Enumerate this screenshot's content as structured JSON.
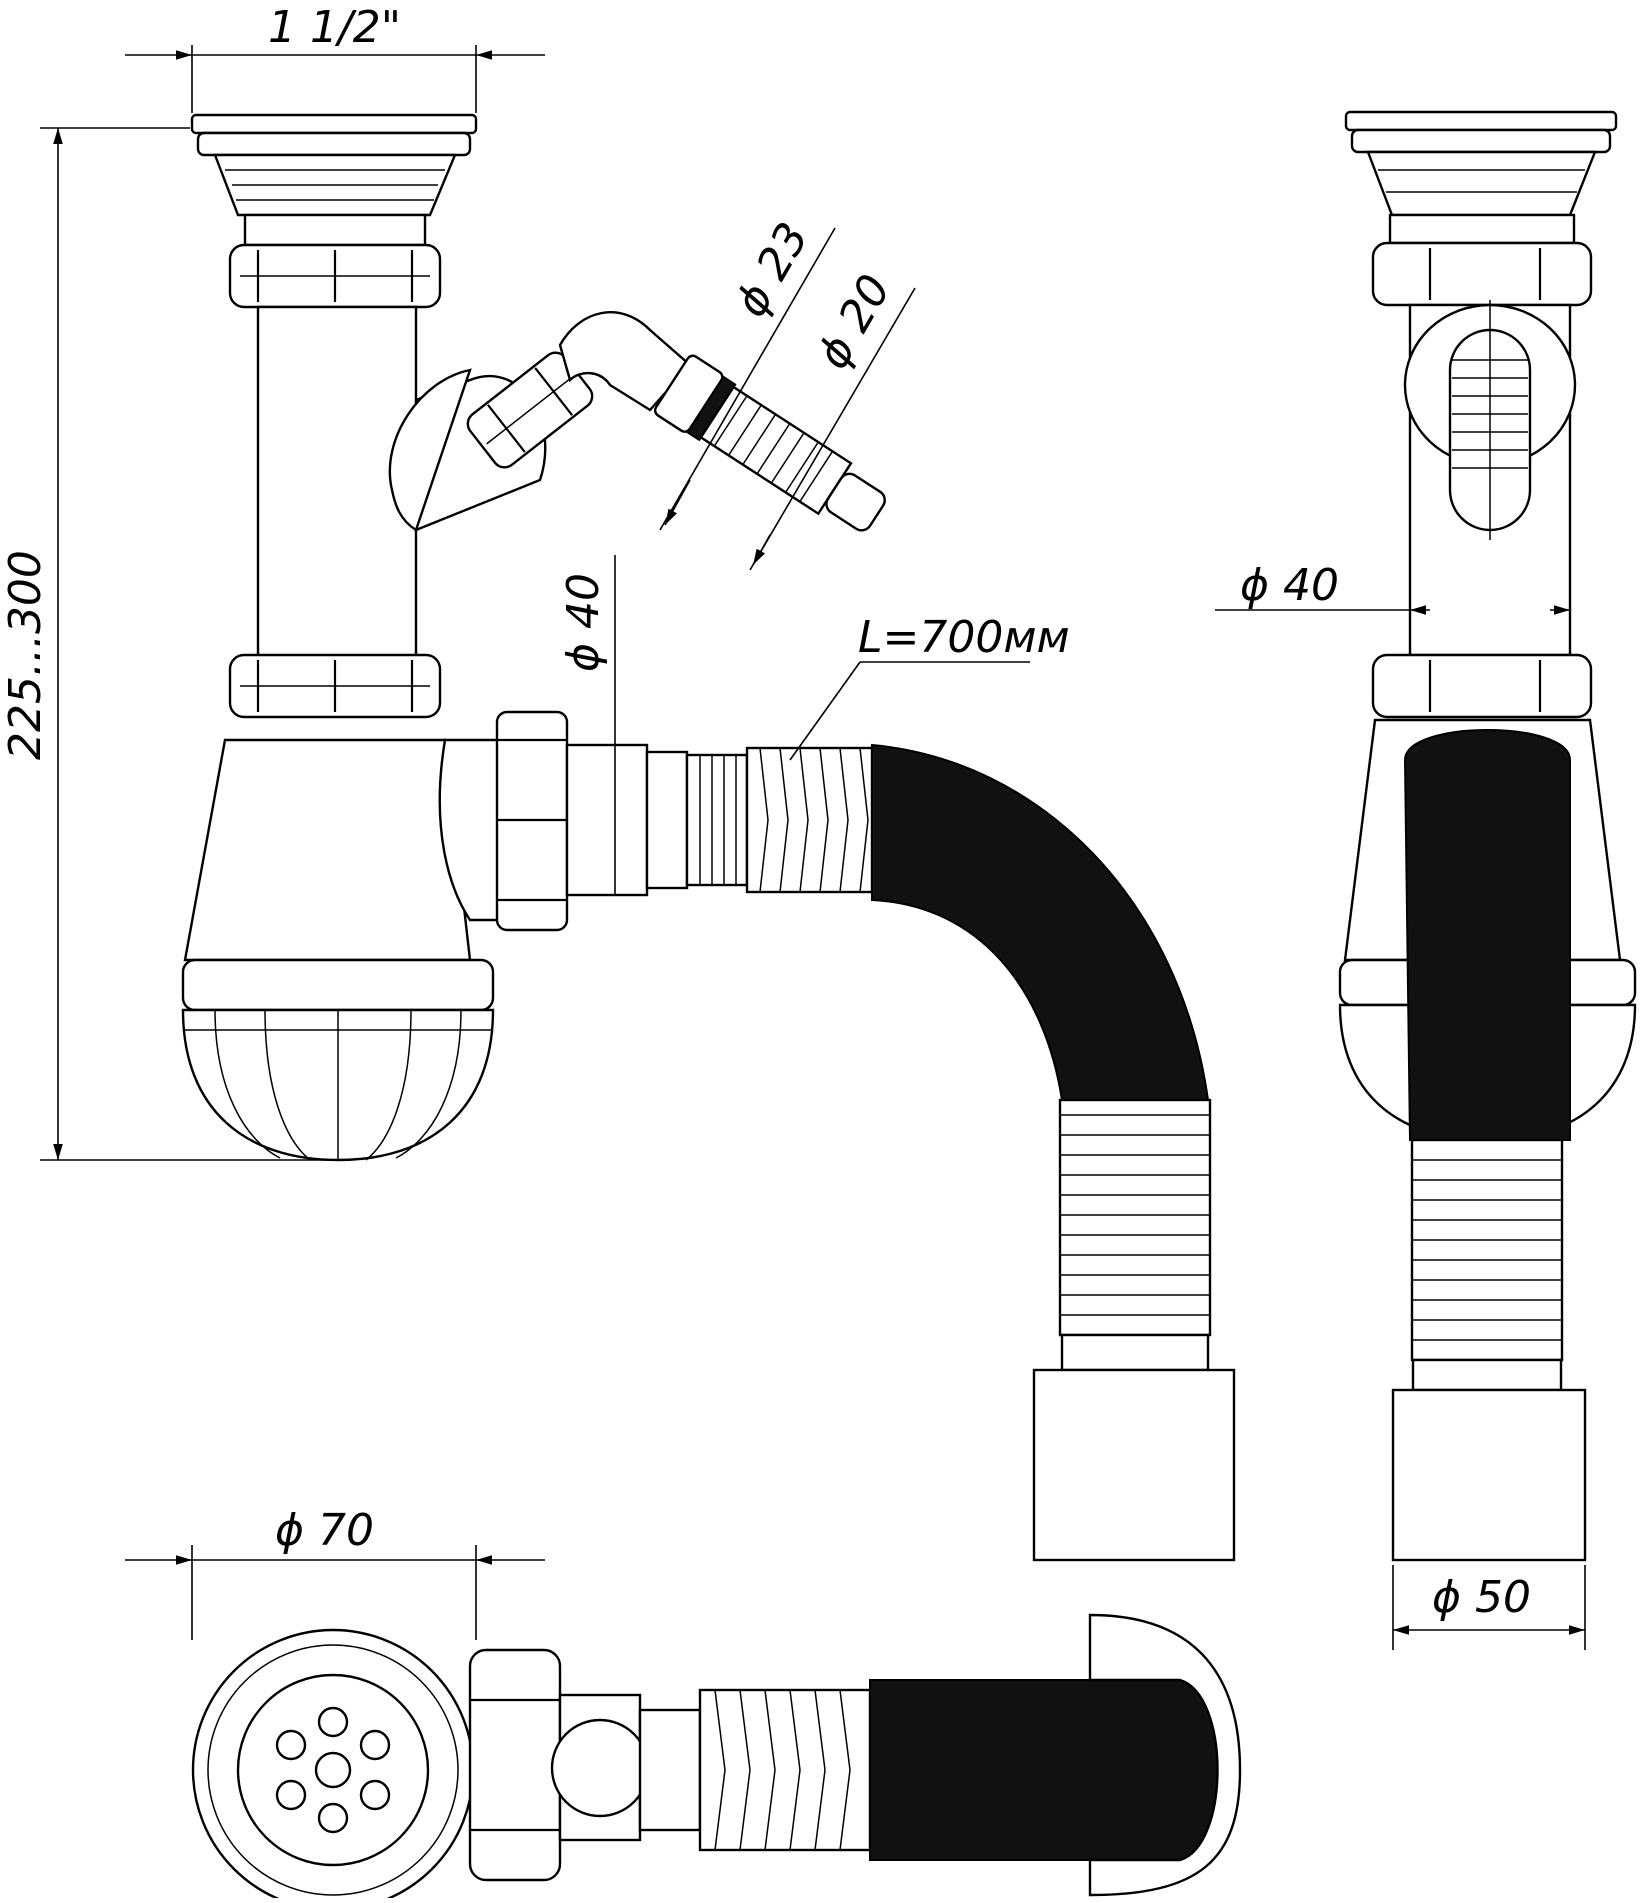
{
  "colors": {
    "ink": "#000000",
    "paper": "#ffffff",
    "hose": "#111111"
  },
  "dimensions": {
    "inlet_thread": "1 1/2\"",
    "height_range": "225...300",
    "side_outlet_outer": "ϕ 23",
    "side_outlet_inner": "ϕ 20",
    "outlet_diameter": "ϕ 40",
    "hose_length": "L=700мм",
    "side_view_pipe": "ϕ 40",
    "bottom_connector": "ϕ 50",
    "drain_plate": "ϕ 70"
  }
}
